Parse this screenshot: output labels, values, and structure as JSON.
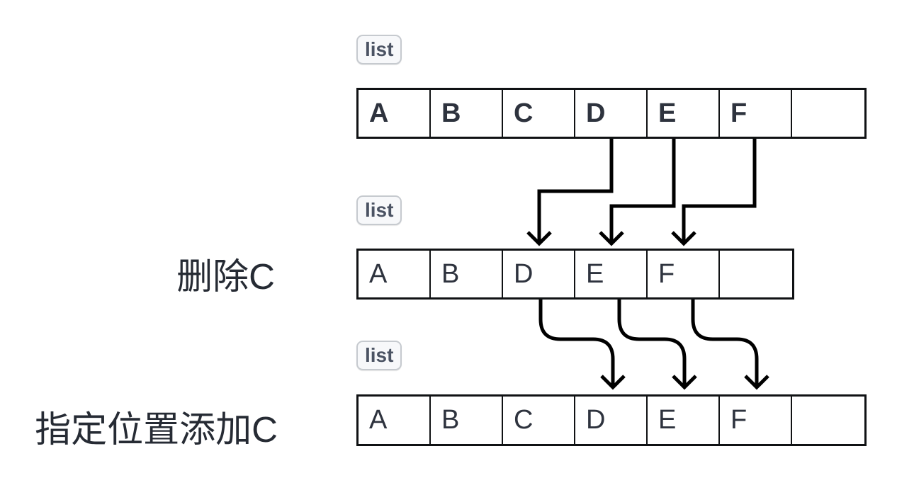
{
  "diagram": {
    "background": "#ffffff",
    "steps": [
      {
        "badge": "list",
        "label": "",
        "cells": [
          "A",
          "B",
          "C",
          "D",
          "E",
          "F",
          ""
        ]
      },
      {
        "badge": "list",
        "label": "删除C",
        "cells": [
          "A",
          "B",
          "D",
          "E",
          "F",
          ""
        ]
      },
      {
        "badge": "list",
        "label": "指定位置添加C",
        "cells": [
          "A",
          "B",
          "C",
          "D",
          "E",
          "F",
          ""
        ]
      }
    ],
    "colors": {
      "cell_border": "#101214",
      "cell_text": "#2e333e",
      "arrow": "#000000",
      "badge_bg": "#f7f8fa",
      "badge_border": "#c6cacf",
      "badge_text": "#4b5363",
      "label_text": "#262b34"
    }
  }
}
